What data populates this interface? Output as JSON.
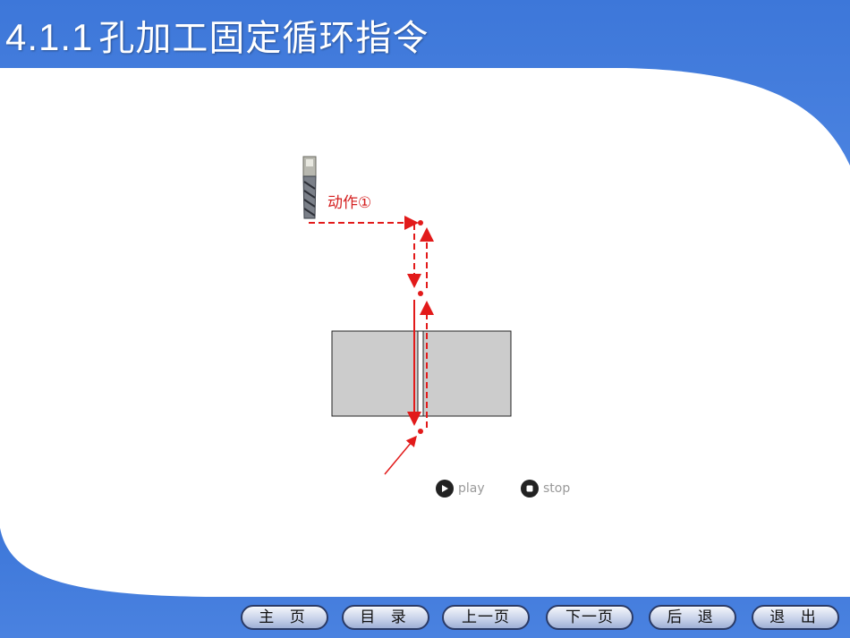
{
  "title": {
    "number": "4.1.1",
    "text": "孔加工固定循环指令"
  },
  "diagram": {
    "action_label": "动作①"
  },
  "controls": {
    "play_label": "play",
    "stop_label": "stop"
  },
  "nav": {
    "home": "主 页",
    "contents": "目 录",
    "prev": "上一页",
    "next": "下一页",
    "back": "后 退",
    "exit": "退 出"
  },
  "colors": {
    "header_blue": "#3f78d8",
    "arrow_red": "#e21a1a",
    "workpiece_gray": "#cccccc"
  },
  "icons": [
    "drill-tool-icon",
    "play-icon",
    "stop-icon"
  ]
}
